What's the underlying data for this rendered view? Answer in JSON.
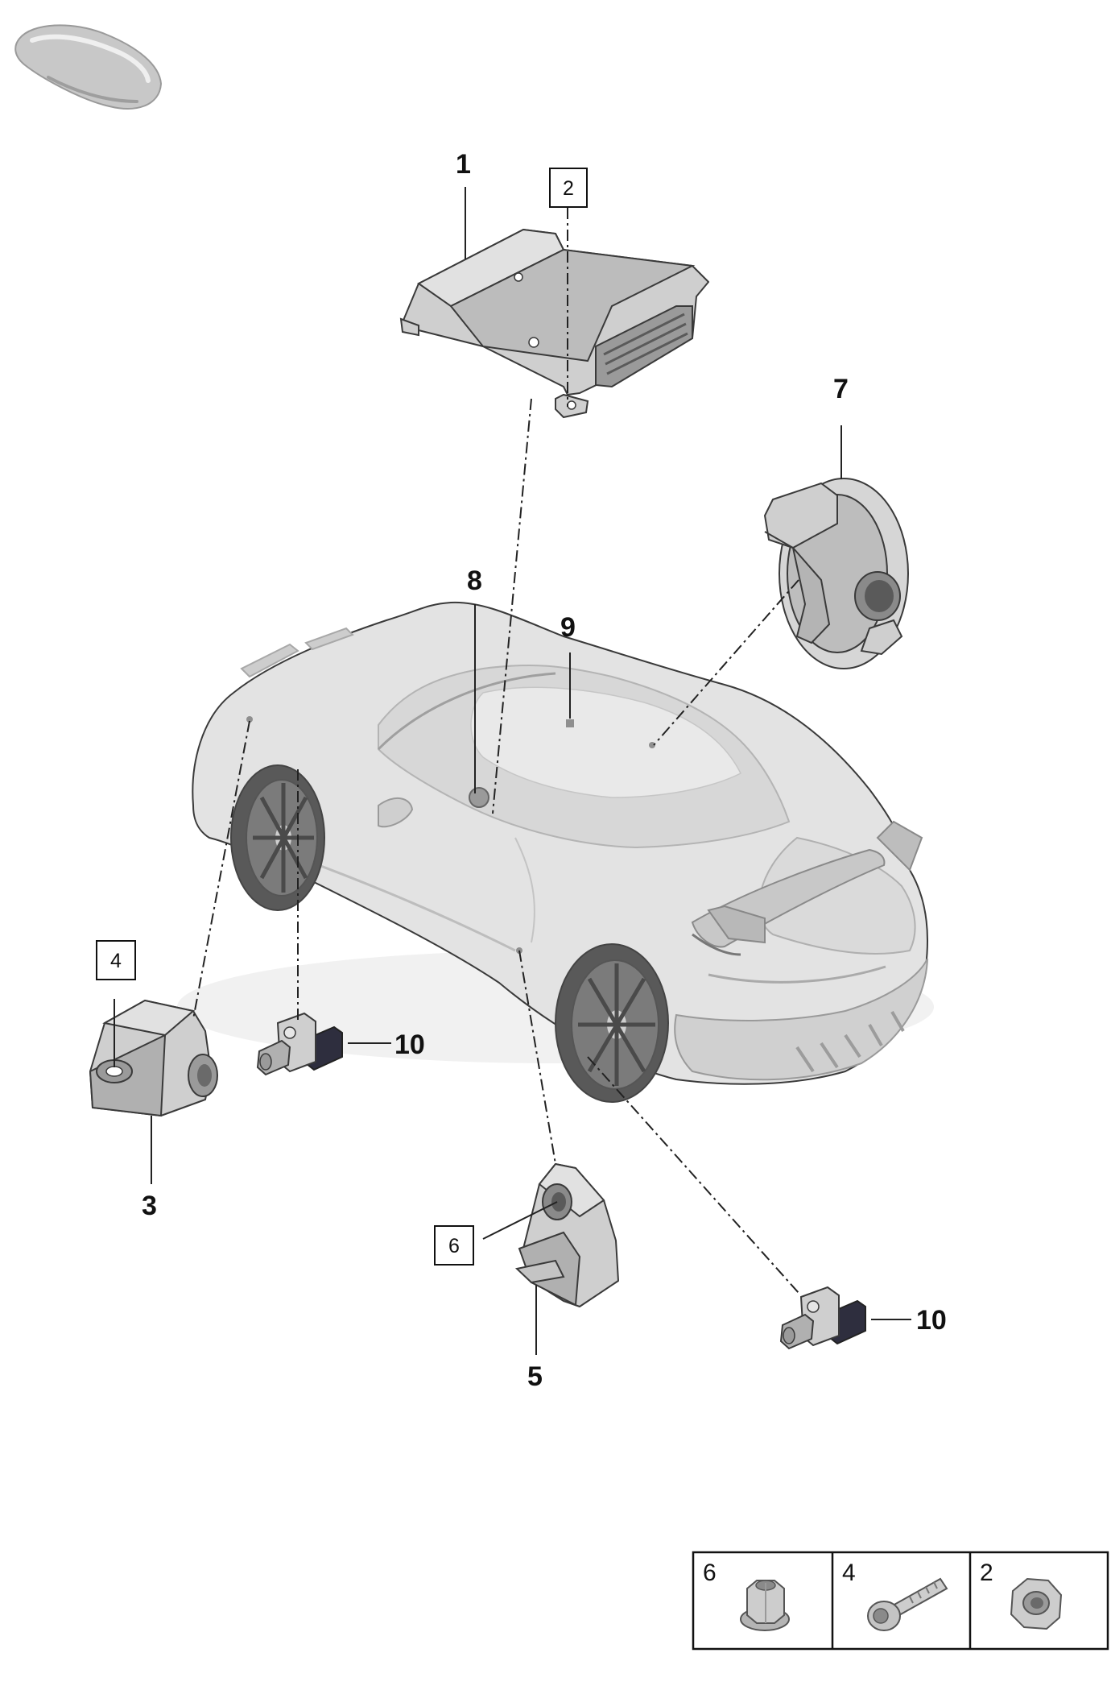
{
  "callouts": {
    "c1": "1",
    "c2": "2",
    "c3": "3",
    "c4": "4",
    "c5": "5",
    "c6": "6",
    "c7": "7",
    "c8": "8",
    "c9": "9",
    "c10a": "10",
    "c10b": "10"
  },
  "fastener_key": [
    {
      "num": "6",
      "icon": "flange-nut-icon"
    },
    {
      "num": "4",
      "icon": "bolt-icon"
    },
    {
      "num": "2",
      "icon": "hex-nut-icon"
    }
  ],
  "colors": {
    "part_fill": "#d2d2d2",
    "part_shadow": "#a8a8a8",
    "car_fill": "#e3e3e3",
    "dark_part": "#2e2e3e",
    "line": "#222222"
  }
}
